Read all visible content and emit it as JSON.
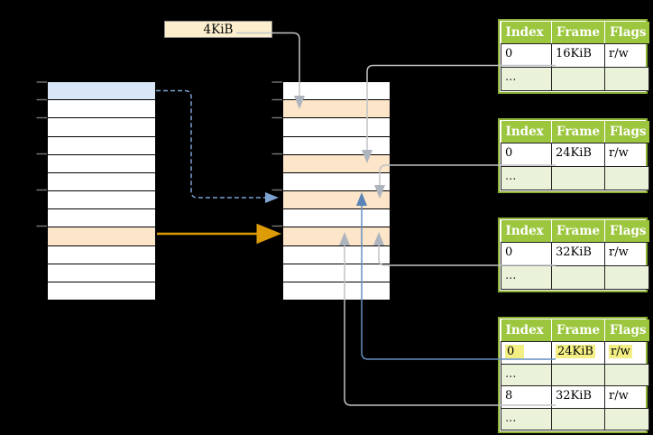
{
  "diagram_title": "page-table-translation-diagram",
  "label_box": {
    "text": "4KiB"
  },
  "colors": {
    "background": "#000000",
    "row_peach": "#fce5c9",
    "row_blue": "#d9e6f7",
    "row_white": "#ffffff",
    "table_header_green": "#9cc63e",
    "table_border_green": "#8caf35",
    "table_row_light_green": "#ebf2da",
    "highlight_yellow": "#f3ef85",
    "arrow_gray": "#c0c3c7",
    "arrow_blue": "#678fc1",
    "arrow_dashed_blue": "#7ea2d2",
    "arrow_orange": "#dd9c05",
    "tick_gray": "#787878"
  },
  "memory_columns": {
    "left": {
      "rows": [
        "blue",
        "white",
        "white",
        "white",
        "white",
        "white",
        "white",
        "white",
        "peach",
        "white",
        "white",
        "white"
      ]
    },
    "middle": {
      "rows": [
        "white",
        "peach",
        "white",
        "white",
        "peach",
        "white",
        "peach",
        "white",
        "peach",
        "white",
        "white",
        "white"
      ]
    }
  },
  "page_tables": [
    {
      "name": "page-table-16kib",
      "header": [
        "Index",
        "Frame",
        "Flags"
      ],
      "rows": [
        {
          "cells": [
            "0",
            "16KiB",
            "r/w"
          ],
          "shade": false,
          "mark": [
            false,
            false,
            false
          ]
        },
        {
          "cells": [
            "...",
            "",
            ""
          ],
          "shade": true,
          "mark": [
            false,
            false,
            false
          ]
        }
      ]
    },
    {
      "name": "page-table-24kib",
      "header": [
        "Index",
        "Frame",
        "Flags"
      ],
      "rows": [
        {
          "cells": [
            "0",
            "24KiB",
            "r/w"
          ],
          "shade": false,
          "mark": [
            false,
            false,
            false
          ]
        },
        {
          "cells": [
            "...",
            "",
            ""
          ],
          "shade": true,
          "mark": [
            false,
            false,
            false
          ]
        }
      ]
    },
    {
      "name": "page-table-32kib",
      "header": [
        "Index",
        "Frame",
        "Flags"
      ],
      "rows": [
        {
          "cells": [
            "0",
            "32KiB",
            "r/w"
          ],
          "shade": false,
          "mark": [
            false,
            false,
            false
          ]
        },
        {
          "cells": [
            "...",
            "",
            ""
          ],
          "shade": true,
          "mark": [
            false,
            false,
            false
          ]
        }
      ]
    },
    {
      "name": "page-table-level1",
      "header": [
        "Index",
        "Frame",
        "Flags"
      ],
      "rows": [
        {
          "cells": [
            "0",
            "24KiB",
            "r/w"
          ],
          "shade": false,
          "mark": [
            true,
            true,
            true
          ]
        },
        {
          "cells": [
            "...",
            "",
            ""
          ],
          "shade": true,
          "mark": [
            false,
            false,
            false
          ]
        },
        {
          "cells": [
            "8",
            "32KiB",
            "r/w"
          ],
          "shade": false,
          "mark": [
            false,
            false,
            false
          ]
        },
        {
          "cells": [
            "...",
            "",
            ""
          ],
          "shade": true,
          "mark": [
            false,
            false,
            false
          ]
        }
      ]
    }
  ]
}
